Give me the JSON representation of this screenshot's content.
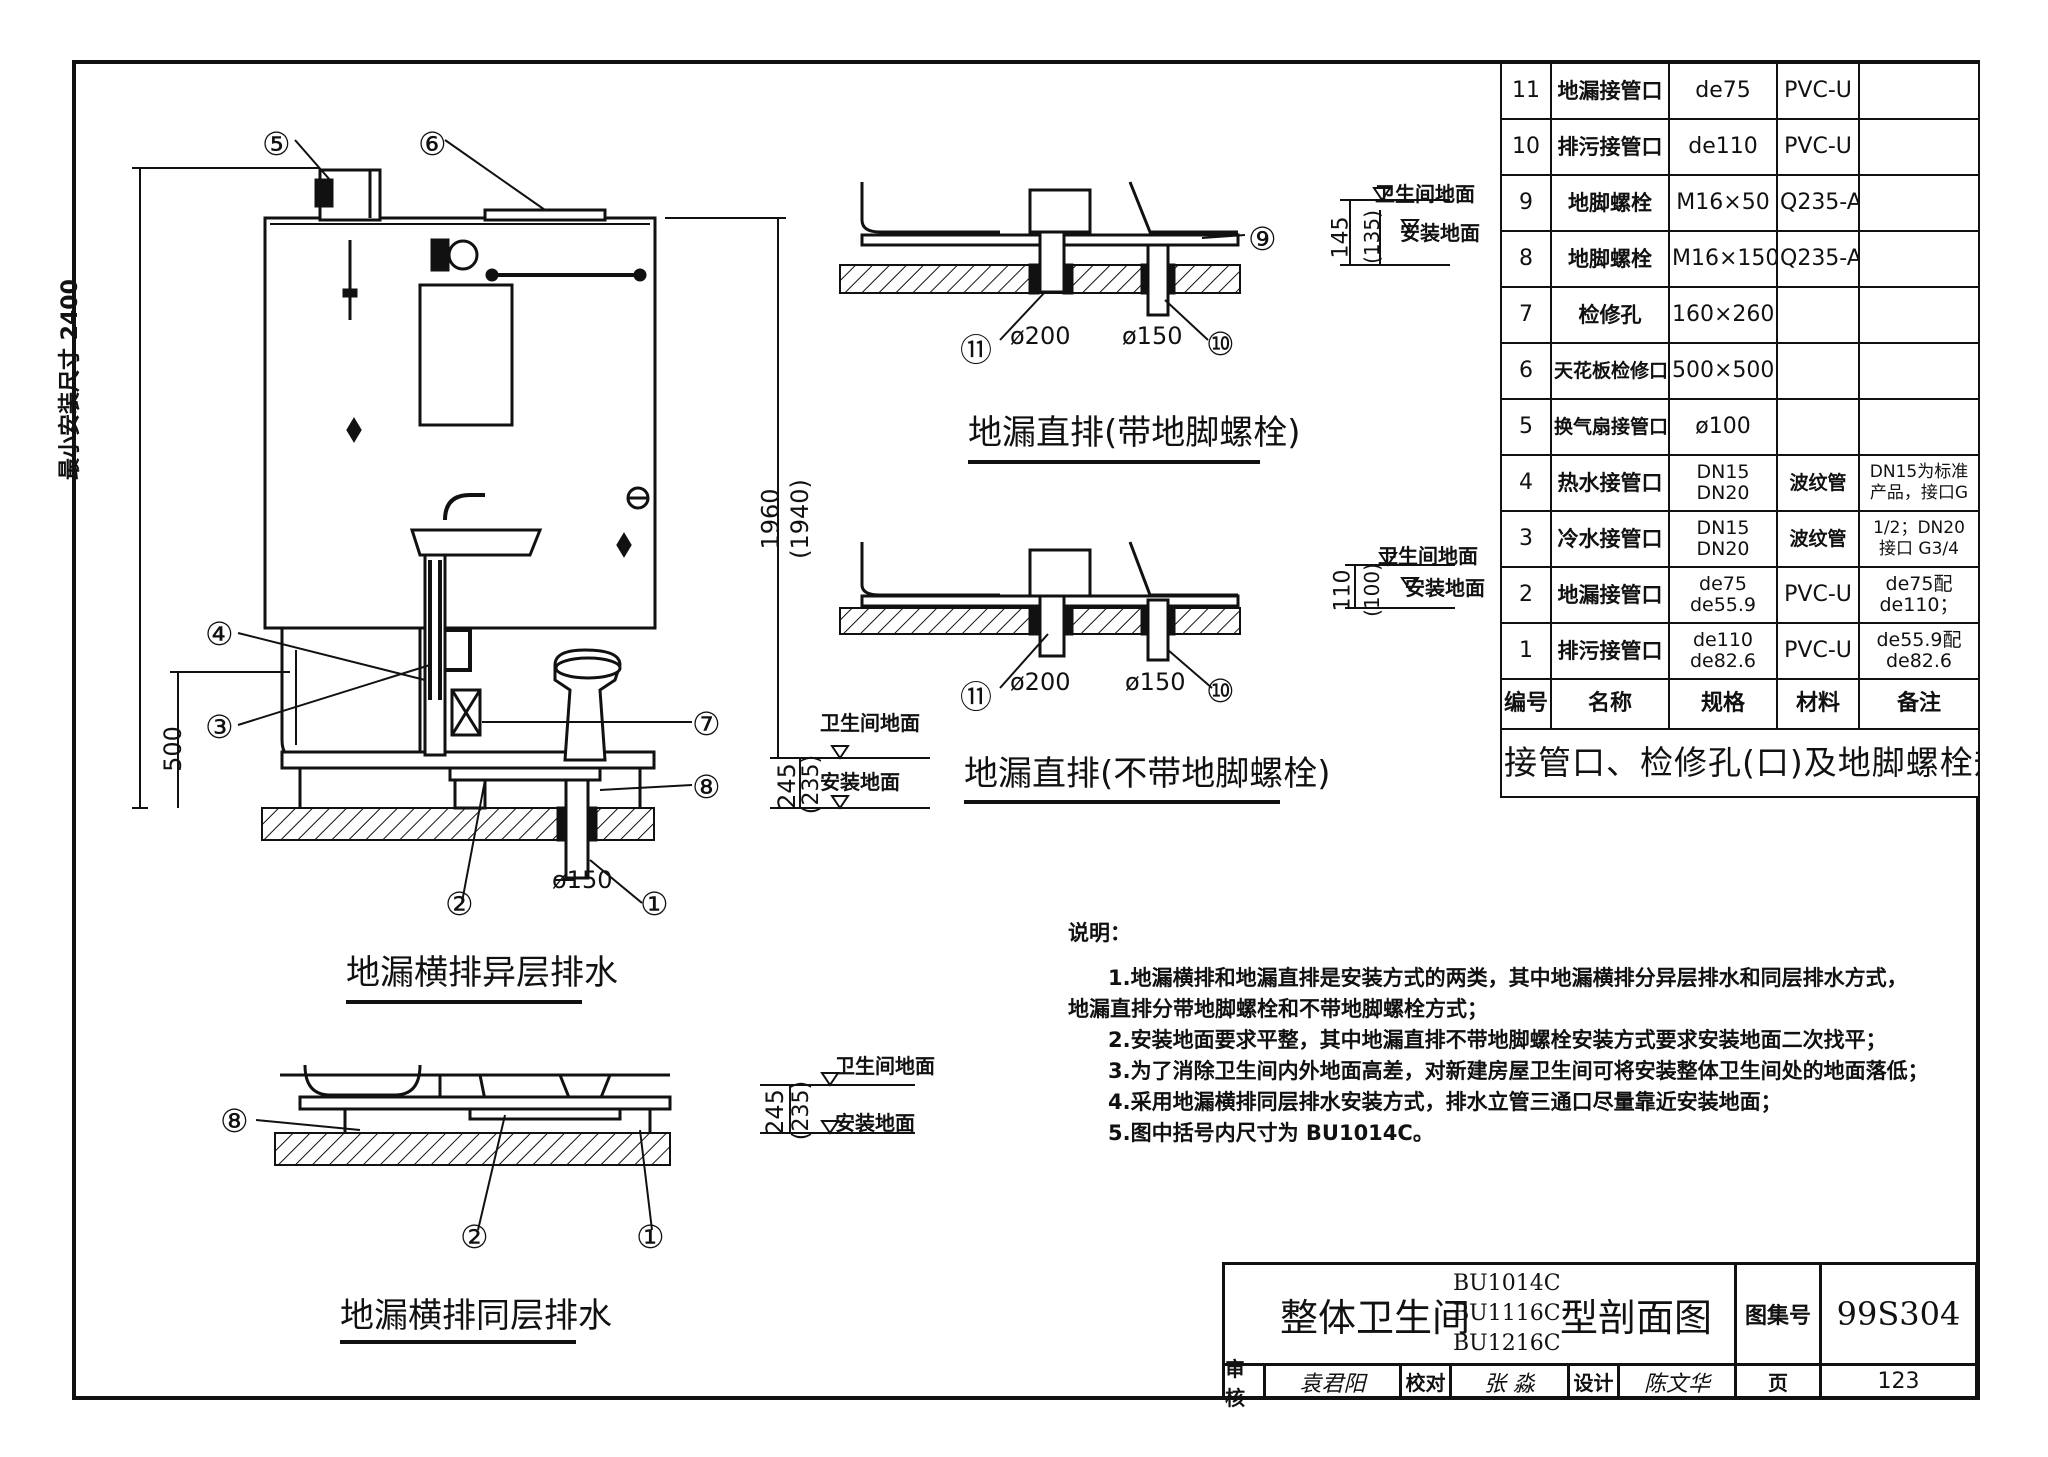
{
  "drawing": {
    "main_elevation": {
      "caption": "地漏横排异层排水",
      "height_label": "最小安装尺寸 2400",
      "dim_1960": "1960",
      "dim_1940": "(1940)",
      "dim_500": "500",
      "dim_245": "245",
      "dim_235": "(235)",
      "floor_label": "卫生间地面",
      "install_label": "安装地面",
      "dia_150": "ø150",
      "callouts": [
        "⑤",
        "⑥",
        "④",
        "③",
        "⑦",
        "⑧",
        "②",
        "①"
      ]
    },
    "same_floor": {
      "caption": "地漏横排同层排水",
      "dim_245": "245",
      "dim_235": "(235)",
      "floor_label": "卫生间地面",
      "install_label": "安装地面",
      "callouts": [
        "⑧",
        "②",
        "①"
      ]
    },
    "direct_with_bolt": {
      "caption": "地漏直排(带地脚螺栓)",
      "dim_145": "145",
      "dim_135": "(135)",
      "floor_label": "卫生间地面",
      "install_label": "安装地面",
      "dia_200": "ø200",
      "dia_150": "ø150",
      "callouts": [
        "⑨",
        "⑪",
        "⑩"
      ]
    },
    "direct_without_bolt": {
      "caption": "地漏直排(不带地脚螺栓)",
      "dim_110": "110",
      "dim_100": "(100)",
      "floor_label": "卫生间地面",
      "install_label": "安装地面",
      "dia_200": "ø200",
      "dia_150": "ø150",
      "callouts": [
        "⑪",
        "⑩"
      ]
    }
  },
  "spec_table": {
    "headers": [
      "编号",
      "名称",
      "规格",
      "材料",
      "备注"
    ],
    "caption": "接管口、检修孔(口)及地脚螺栓规格",
    "rows": [
      {
        "no": "11",
        "name": "地漏接管口",
        "spec": "de75",
        "spec2": "",
        "material": "PVC-U",
        "note": "",
        "note2": ""
      },
      {
        "no": "10",
        "name": "排污接管口",
        "spec": "de110",
        "spec2": "",
        "material": "PVC-U",
        "note": "",
        "note2": ""
      },
      {
        "no": "9",
        "name": "地脚螺栓",
        "spec": "M16×50",
        "spec2": "",
        "material": "Q235-A",
        "note": "",
        "note2": ""
      },
      {
        "no": "8",
        "name": "地脚螺栓",
        "spec": "M16×150",
        "spec2": "",
        "material": "Q235-A",
        "note": "",
        "note2": ""
      },
      {
        "no": "7",
        "name": "检修孔",
        "spec": "160×260",
        "spec2": "",
        "material": "",
        "note": "",
        "note2": ""
      },
      {
        "no": "6",
        "name": "天花板检修口",
        "spec": "500×500",
        "spec2": "",
        "material": "",
        "note": "",
        "note2": ""
      },
      {
        "no": "5",
        "name": "换气扇接管口",
        "spec": "ø100",
        "spec2": "",
        "material": "",
        "note": "",
        "note2": ""
      },
      {
        "no": "4",
        "name": "热水接管口",
        "spec": "DN15",
        "spec2": "DN20",
        "material": "波纹管",
        "note": "DN15为标准",
        "note2": "产品，接口G"
      },
      {
        "no": "3",
        "name": "冷水接管口",
        "spec": "DN15",
        "spec2": "DN20",
        "material": "波纹管",
        "note": "1/2；DN20",
        "note2": "接口 G3/4"
      },
      {
        "no": "2",
        "name": "地漏接管口",
        "spec": "de75",
        "spec2": "de55.9",
        "material": "PVC-U",
        "note": "de75配",
        "note2": "de110；"
      },
      {
        "no": "1",
        "name": "排污接管口",
        "spec": "de110",
        "spec2": "de82.6",
        "material": "PVC-U",
        "note": "de55.9配",
        "note2": "de82.6"
      }
    ]
  },
  "notes": {
    "title": "说明：",
    "lines": [
      "1.地漏横排和地漏直排是安装方式的两类，其中地漏横排分异层排水和同层排水方式，",
      "地漏直排分带地脚螺栓和不带地脚螺栓方式；",
      "2.安装地面要求平整，其中地漏直排不带地脚螺栓安装方式要求安装地面二次找平；",
      "3.为了消除卫生间内外地面高差，对新建房屋卫生间可将安装整体卫生间处的地面落低；",
      "4.采用地漏横排同层排水安装方式，排水立管三通口尽量靠近安装地面；",
      "5.图中括号内尺寸为 BU1014C。"
    ]
  },
  "title_block": {
    "name_left": "整体卫生间",
    "models": [
      "BU1014C",
      "BU1116C",
      "BU1216C"
    ],
    "name_right": "型剖面图",
    "atlas_label": "图集号",
    "atlas_no": "99S304",
    "review_label": "审核",
    "review_sig": "袁君阳",
    "check_label": "校对",
    "check_sig": "张 淼",
    "design_label": "设计",
    "design_sig": "陈文华",
    "page_label": "页",
    "page_no": "123"
  }
}
